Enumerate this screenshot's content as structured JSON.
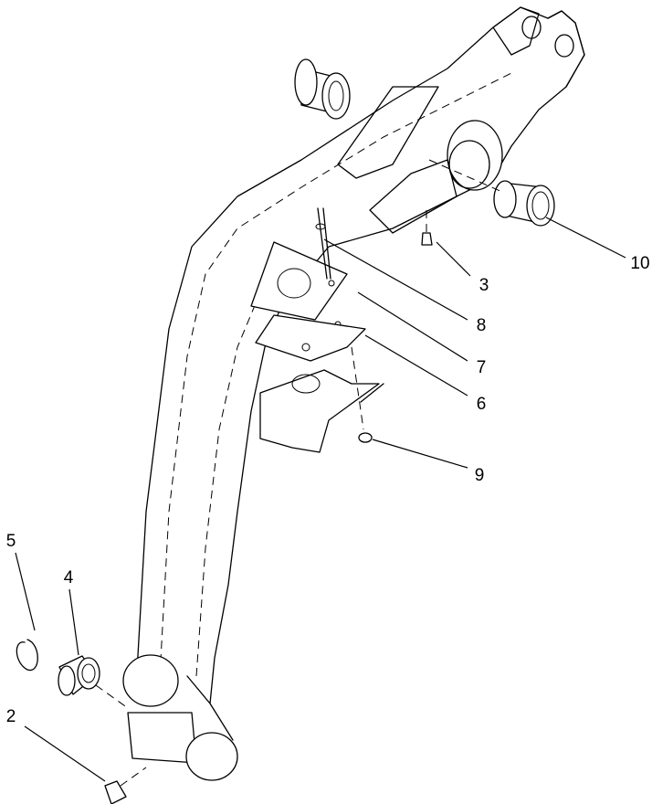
{
  "callouts": [
    {
      "id": "part-1",
      "number": "2"
    },
    {
      "id": "part-2",
      "number": "3"
    },
    {
      "id": "part-3",
      "number": "4"
    },
    {
      "id": "part-4",
      "number": "5"
    },
    {
      "id": "part-5",
      "number": "6"
    },
    {
      "id": "part-6",
      "number": "7"
    },
    {
      "id": "part-7",
      "number": "8"
    },
    {
      "id": "part-8",
      "number": "9"
    },
    {
      "id": "part-9",
      "number": "10"
    }
  ]
}
